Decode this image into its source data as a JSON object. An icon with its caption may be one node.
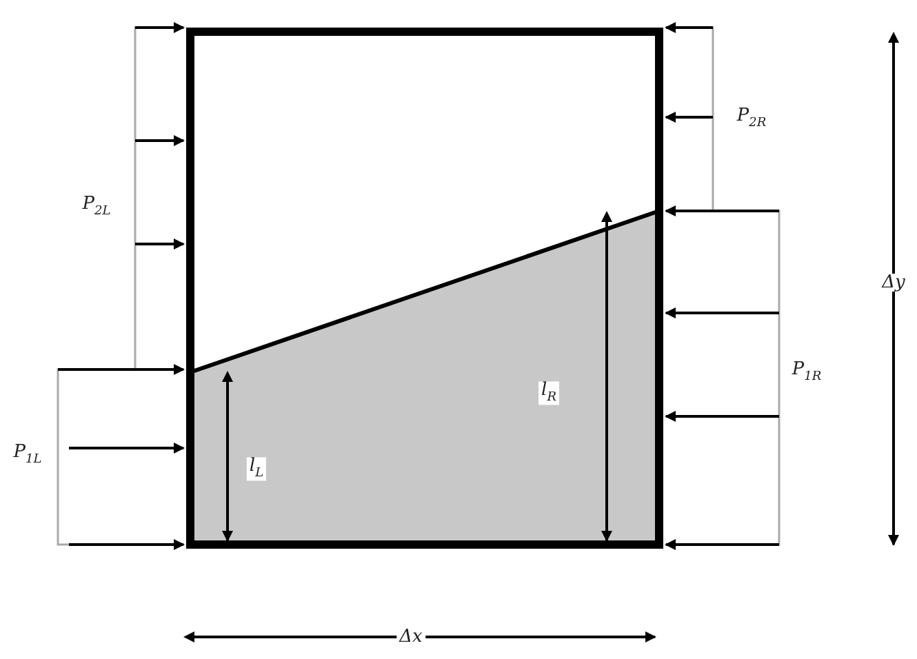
{
  "diagram": {
    "labels": [
      "P$_{2L}$",
      "P$_{2R}$",
      "P$_{1R}$",
      "P$_{1L}$",
      "l$_{L}$",
      "l$_{R}$",
      "Δy",
      "Δx"
    ]
  }
}
